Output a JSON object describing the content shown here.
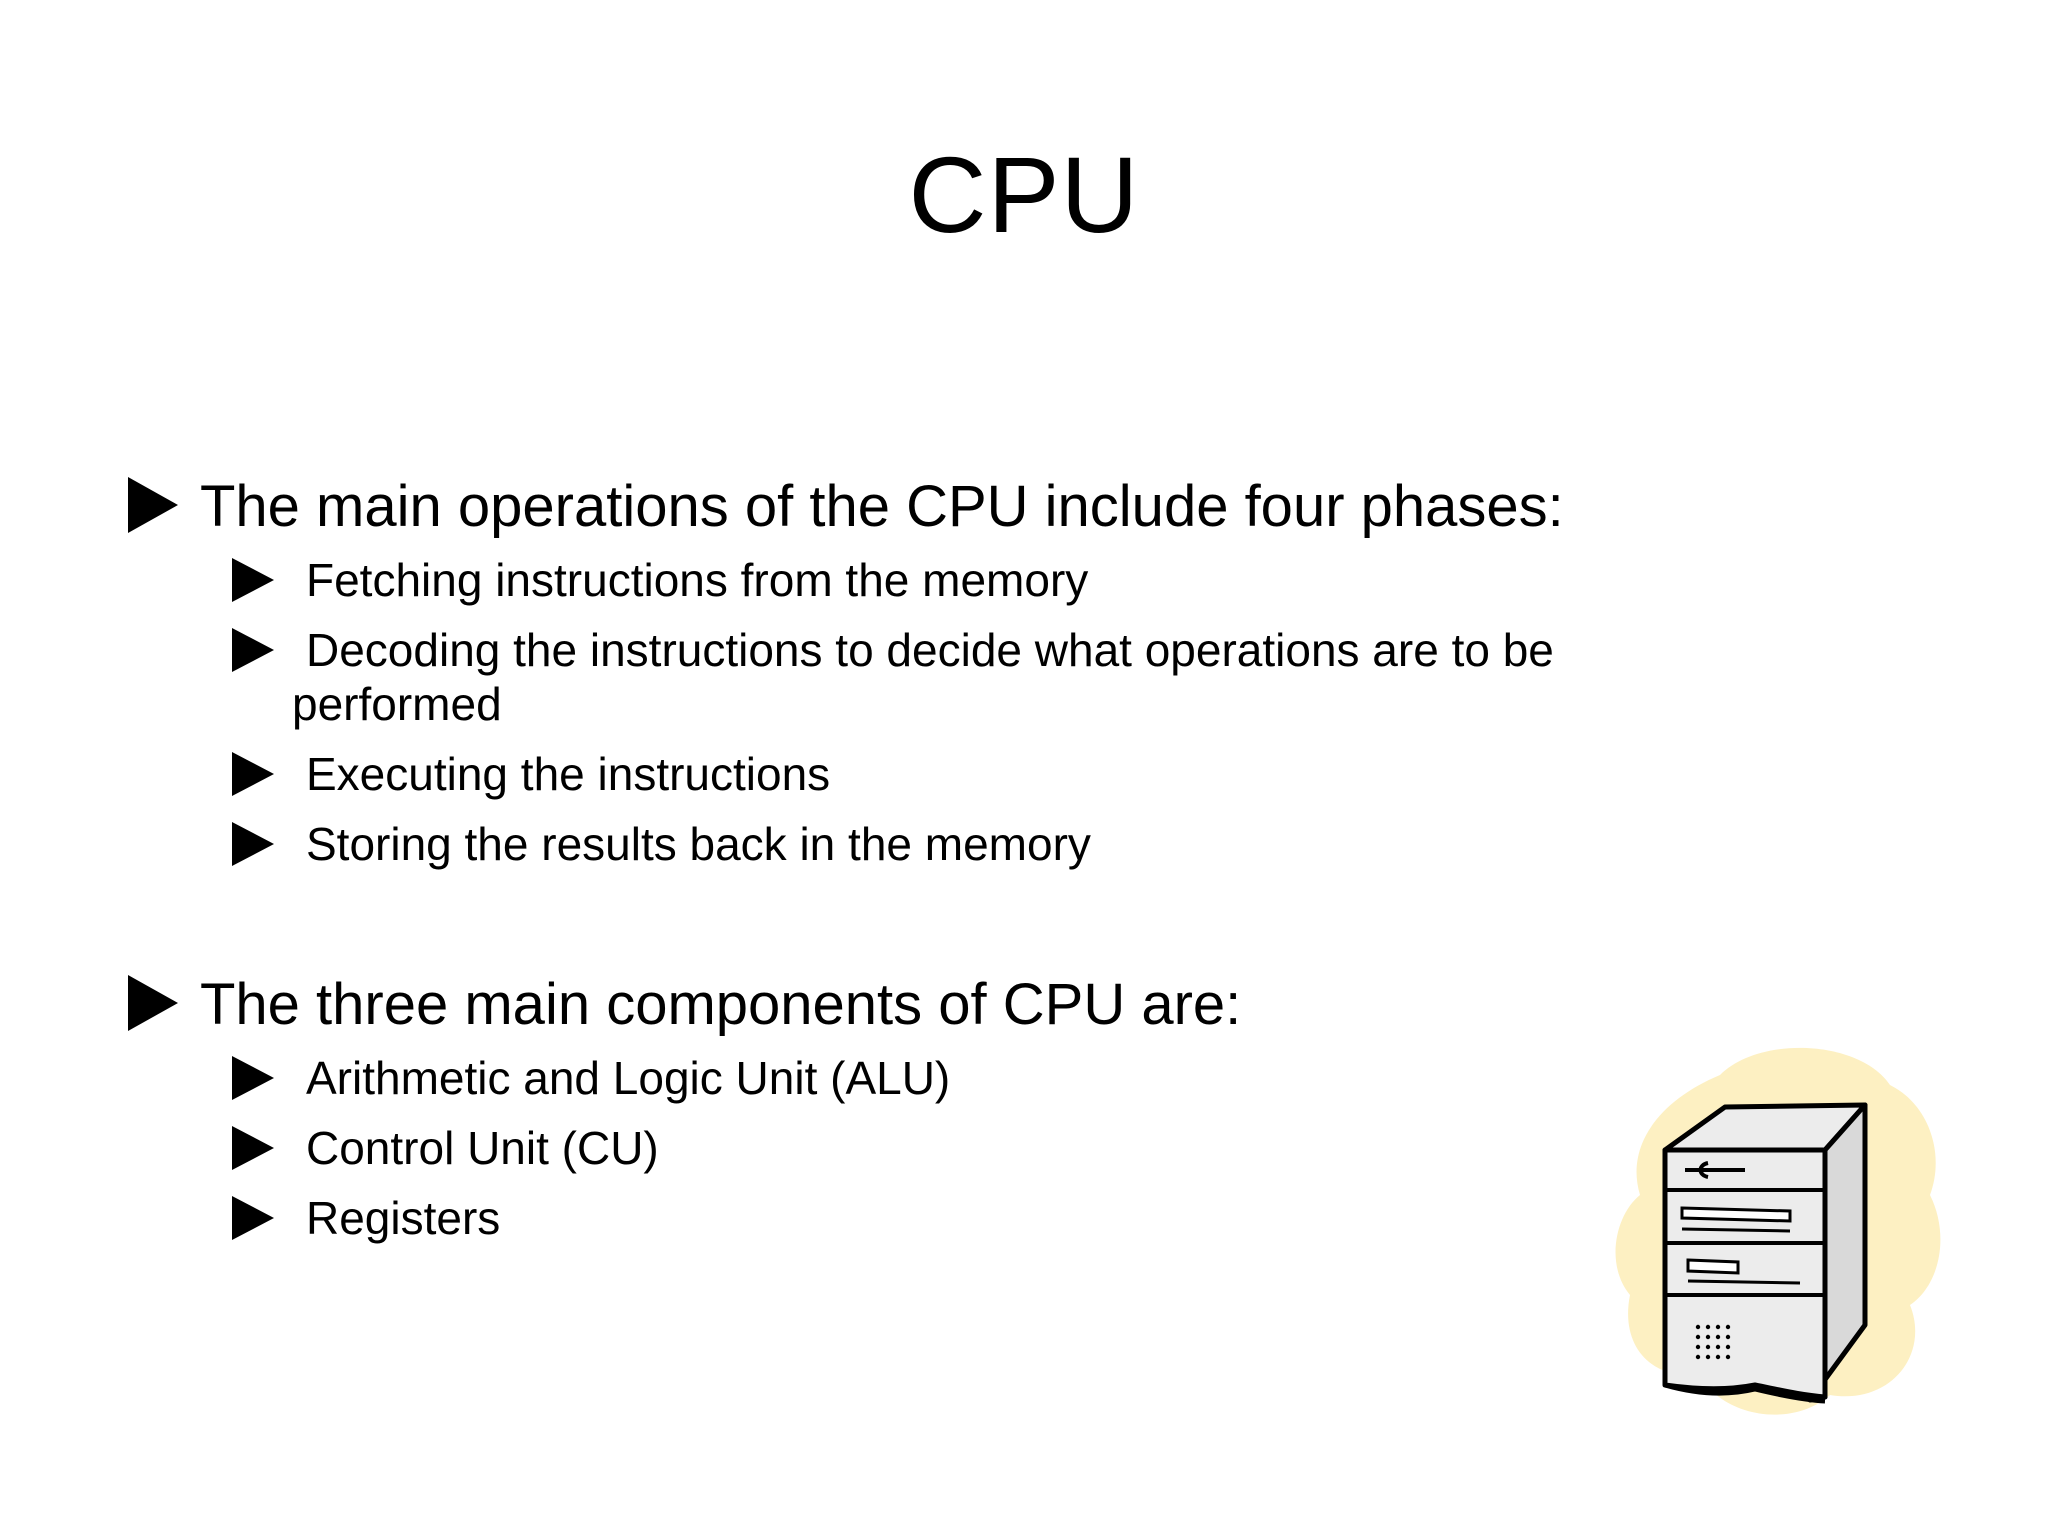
{
  "slide": {
    "title": "CPU",
    "sections": [
      {
        "heading": "The main operations of the CPU include four phases:",
        "items": [
          "Fetching instructions from the memory",
          "Decoding the instructions to decide what operations are to be",
          "Executing the instructions",
          "Storing the results back in the memory"
        ],
        "item_1_continuation": "performed"
      },
      {
        "heading": "The three main components of CPU are:",
        "items": [
          "Arithmetic and Logic Unit (ALU)",
          "Control Unit (CU)",
          "Registers"
        ]
      }
    ],
    "clipart": {
      "icon": "computer-tower-icon",
      "blob_color": "#fdf0c2",
      "case_color": "#d9d9d9"
    }
  }
}
